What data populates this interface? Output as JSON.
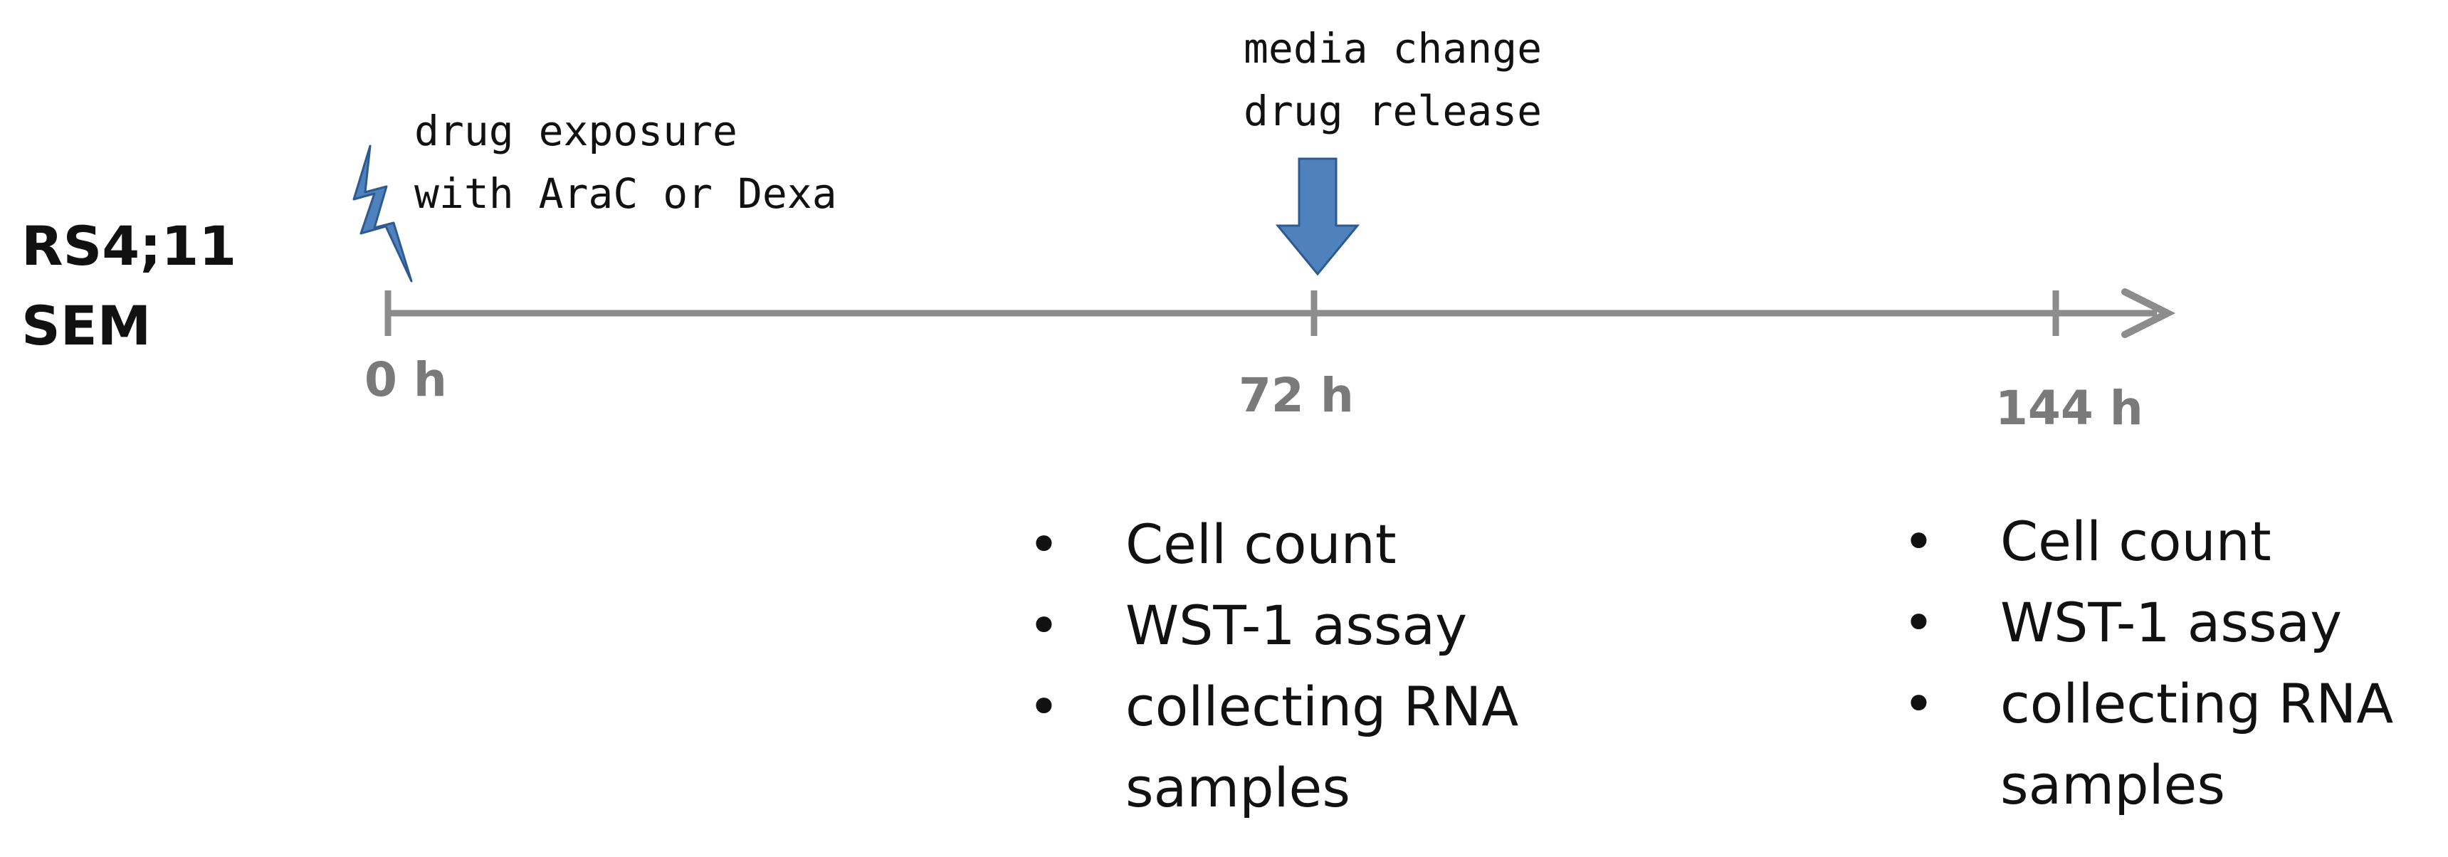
{
  "cell_lines": [
    "RS4;11",
    "SEM"
  ],
  "start_event": {
    "icon": "lightning-bolt-icon",
    "lines": [
      "drug exposure",
      "with AraC or Dexa"
    ]
  },
  "mid_event": {
    "icon": "down-arrow-icon",
    "lines": [
      "media change",
      "drug release"
    ]
  },
  "timepoints": [
    {
      "label": "0 h",
      "hours": 0
    },
    {
      "label": "72 h",
      "hours": 72
    },
    {
      "label": "144 h",
      "hours": 144
    }
  ],
  "assays_72h": [
    {
      "lines": [
        "Cell count"
      ]
    },
    {
      "lines": [
        "WST-1 assay"
      ]
    },
    {
      "lines": [
        "collecting RNA",
        "samples"
      ]
    }
  ],
  "assays_144h": [
    {
      "lines": [
        "Cell count"
      ]
    },
    {
      "lines": [
        "WST-1 assay"
      ]
    },
    {
      "lines": [
        "collecting RNA",
        "samples"
      ]
    }
  ],
  "colors": {
    "axis": "#8c8c8c",
    "tick_label": "#7a7a7a",
    "accent_fill": "#4f81bd",
    "accent_stroke": "#2e5a8f",
    "text": "#111111"
  }
}
